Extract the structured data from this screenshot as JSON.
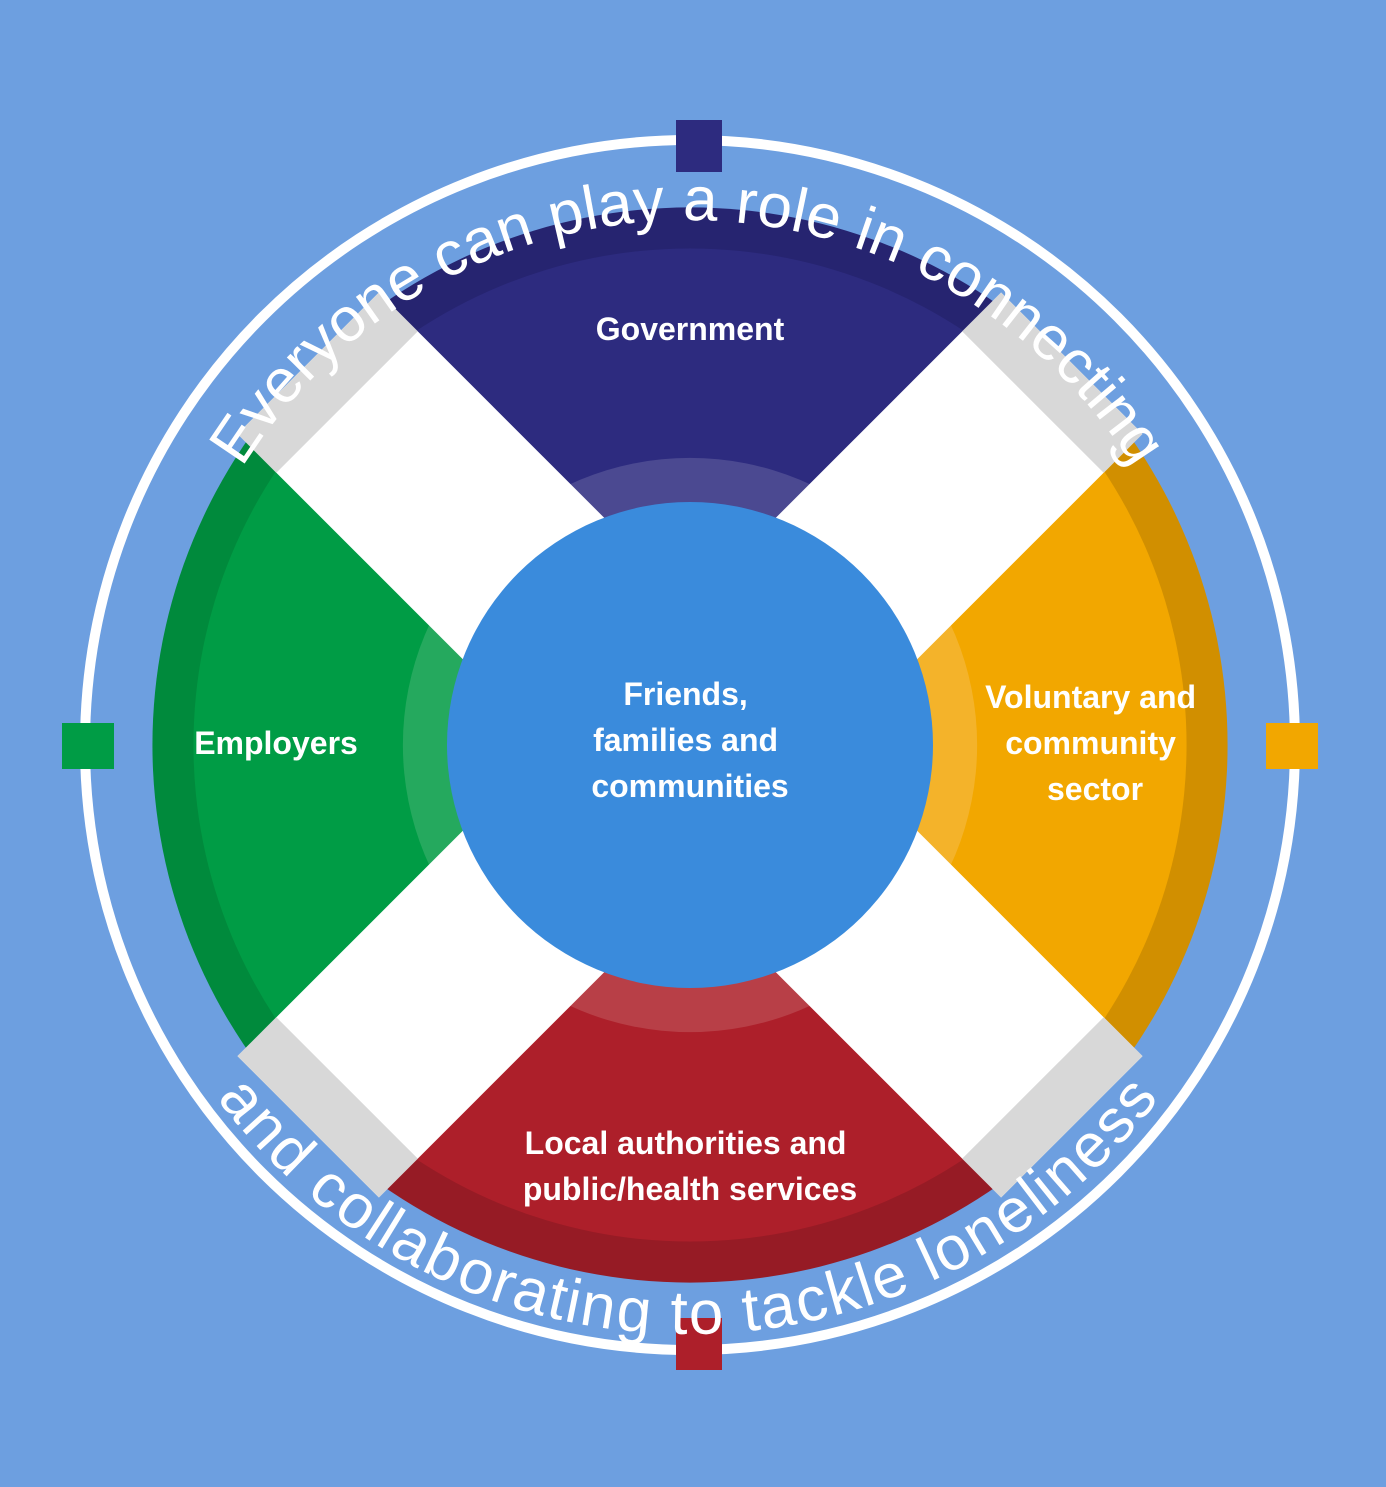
{
  "diagram": {
    "arc_text_top": "Everyone can play a role in connecting",
    "arc_text_bottom": "and collaborating to tackle loneliness",
    "center": {
      "lines": [
        "Friends,",
        "families and",
        "communities"
      ],
      "color": "#3a8bdc"
    },
    "segments": {
      "top": {
        "lines": [
          "Government"
        ],
        "color": "#2d2b7f",
        "dark": "#262470",
        "inner": "#4b4991"
      },
      "right": {
        "lines": [
          "Voluntary and",
          "community",
          "sector"
        ],
        "color": "#f2a700",
        "dark": "#d18f00",
        "inner": "#f4b32a"
      },
      "bottom": {
        "lines": [
          "Local authorities and",
          "public/health services"
        ],
        "color": "#ad1f2a",
        "dark": "#961b25",
        "inner": "#b83f47"
      },
      "left": {
        "lines": [
          "Employers"
        ],
        "color": "#009c45",
        "dark": "#008a3c",
        "inner": "#25a95e"
      }
    },
    "colors": {
      "background": "#6d9fe0",
      "ring": "#ffffff",
      "band": "#ffffff",
      "band_end": "#d8d8d8"
    }
  }
}
